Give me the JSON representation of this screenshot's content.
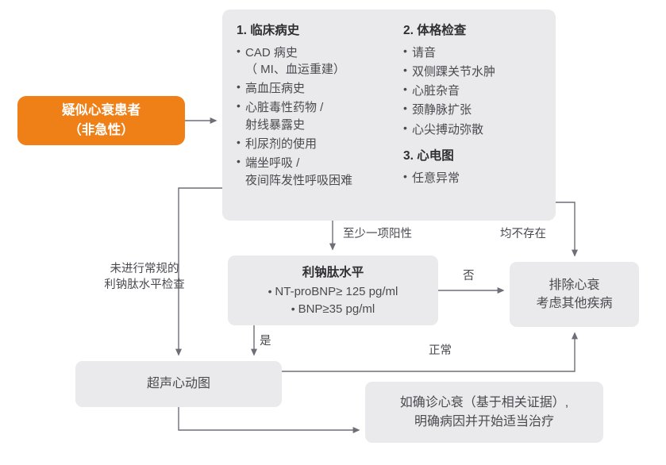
{
  "meta": {
    "diagram_title": "怀疑心衰诊断流程图",
    "colors": {
      "accent_orange": "#ef8018",
      "node_gray": "#eaeaec",
      "text_dark": "#2f2f34",
      "text_body": "#4a4a50",
      "arrow": "#6e6e78"
    }
  },
  "nodes": {
    "suspect": {
      "line1": "疑似心衰患者",
      "line2": "（非急性）"
    },
    "assessment": {
      "section1": {
        "title": "1. 临床病史",
        "items": [
          "CAD 病史\n（ MI、血运重建）",
          "高血压病史",
          "心脏毒性药物 /\n射线暴露史",
          "利尿剂的使用",
          "端坐呼吸 /\n夜间阵发性呼吸困难"
        ]
      },
      "section2": {
        "title": "2. 体格检查",
        "items": [
          "请音",
          "双侧踝关节水肿",
          "心脏杂音",
          "颈静脉扩张",
          "心尖搏动弥散"
        ]
      },
      "section3": {
        "title": "3. 心电图",
        "items": [
          "任意异常"
        ]
      }
    },
    "bnp": {
      "title": "利钠肽水平",
      "items": [
        "NT-proBNP≥ 125 pg/ml",
        "BNP≥35 pg/ml"
      ]
    },
    "exclude": {
      "line1": "排除心衰",
      "line2": "考虑其他疾病"
    },
    "echo": {
      "label": "超声心动图"
    },
    "treat": {
      "line1": "如确诊心衰（基于相关证据）,",
      "line2": "明确病因并开始适当治疗"
    }
  },
  "edges": {
    "at_least_one_positive": "至少一项阳性",
    "none_present": "均不存在",
    "no": "否",
    "yes": "是",
    "normal": "正常",
    "no_routine_bnp": "未进行常规的\n利钠肽水平检查"
  }
}
